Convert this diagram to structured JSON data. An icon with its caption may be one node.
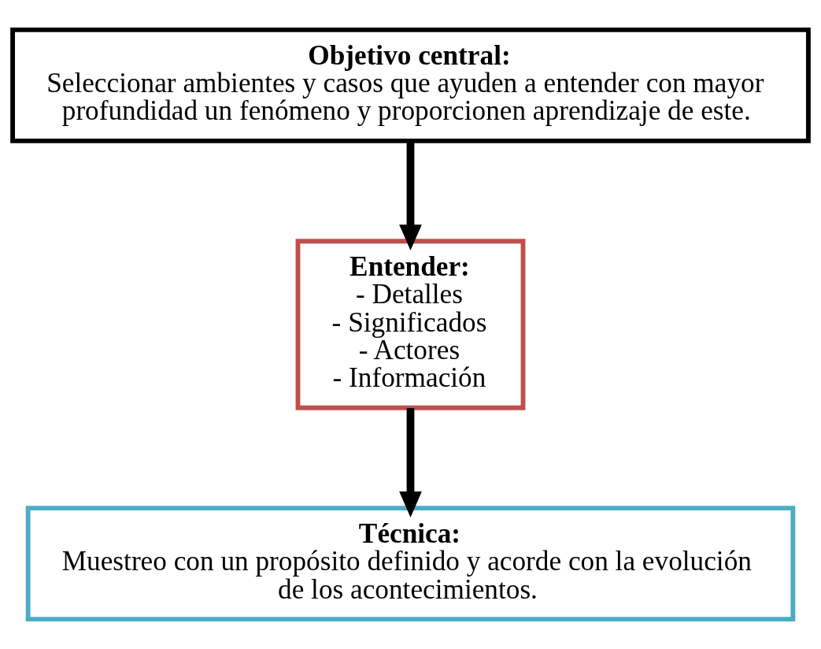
{
  "diagram": {
    "nodes": [
      {
        "text": [
          "Objetivo central:",
          "Seleccionar ambientes y casos que ayuden a entender con mayor profundidad un fenómeno y proporcionen aprendizaje de este."
        ]
      },
      {
        "text": [
          "Entender:",
          "- Detalles",
          "- Significados",
          "- Actores",
          "- Información"
        ]
      },
      {
        "text": [
          "Técnica:",
          "Muestreo con un propósito definido y acorde con la evolución de los acontecimientos."
        ]
      }
    ],
    "edges": [
      {
        "from": 0,
        "to": 1,
        "arrow": "to"
      },
      {
        "from": 1,
        "to": 2,
        "arrow": "to"
      }
    ]
  }
}
